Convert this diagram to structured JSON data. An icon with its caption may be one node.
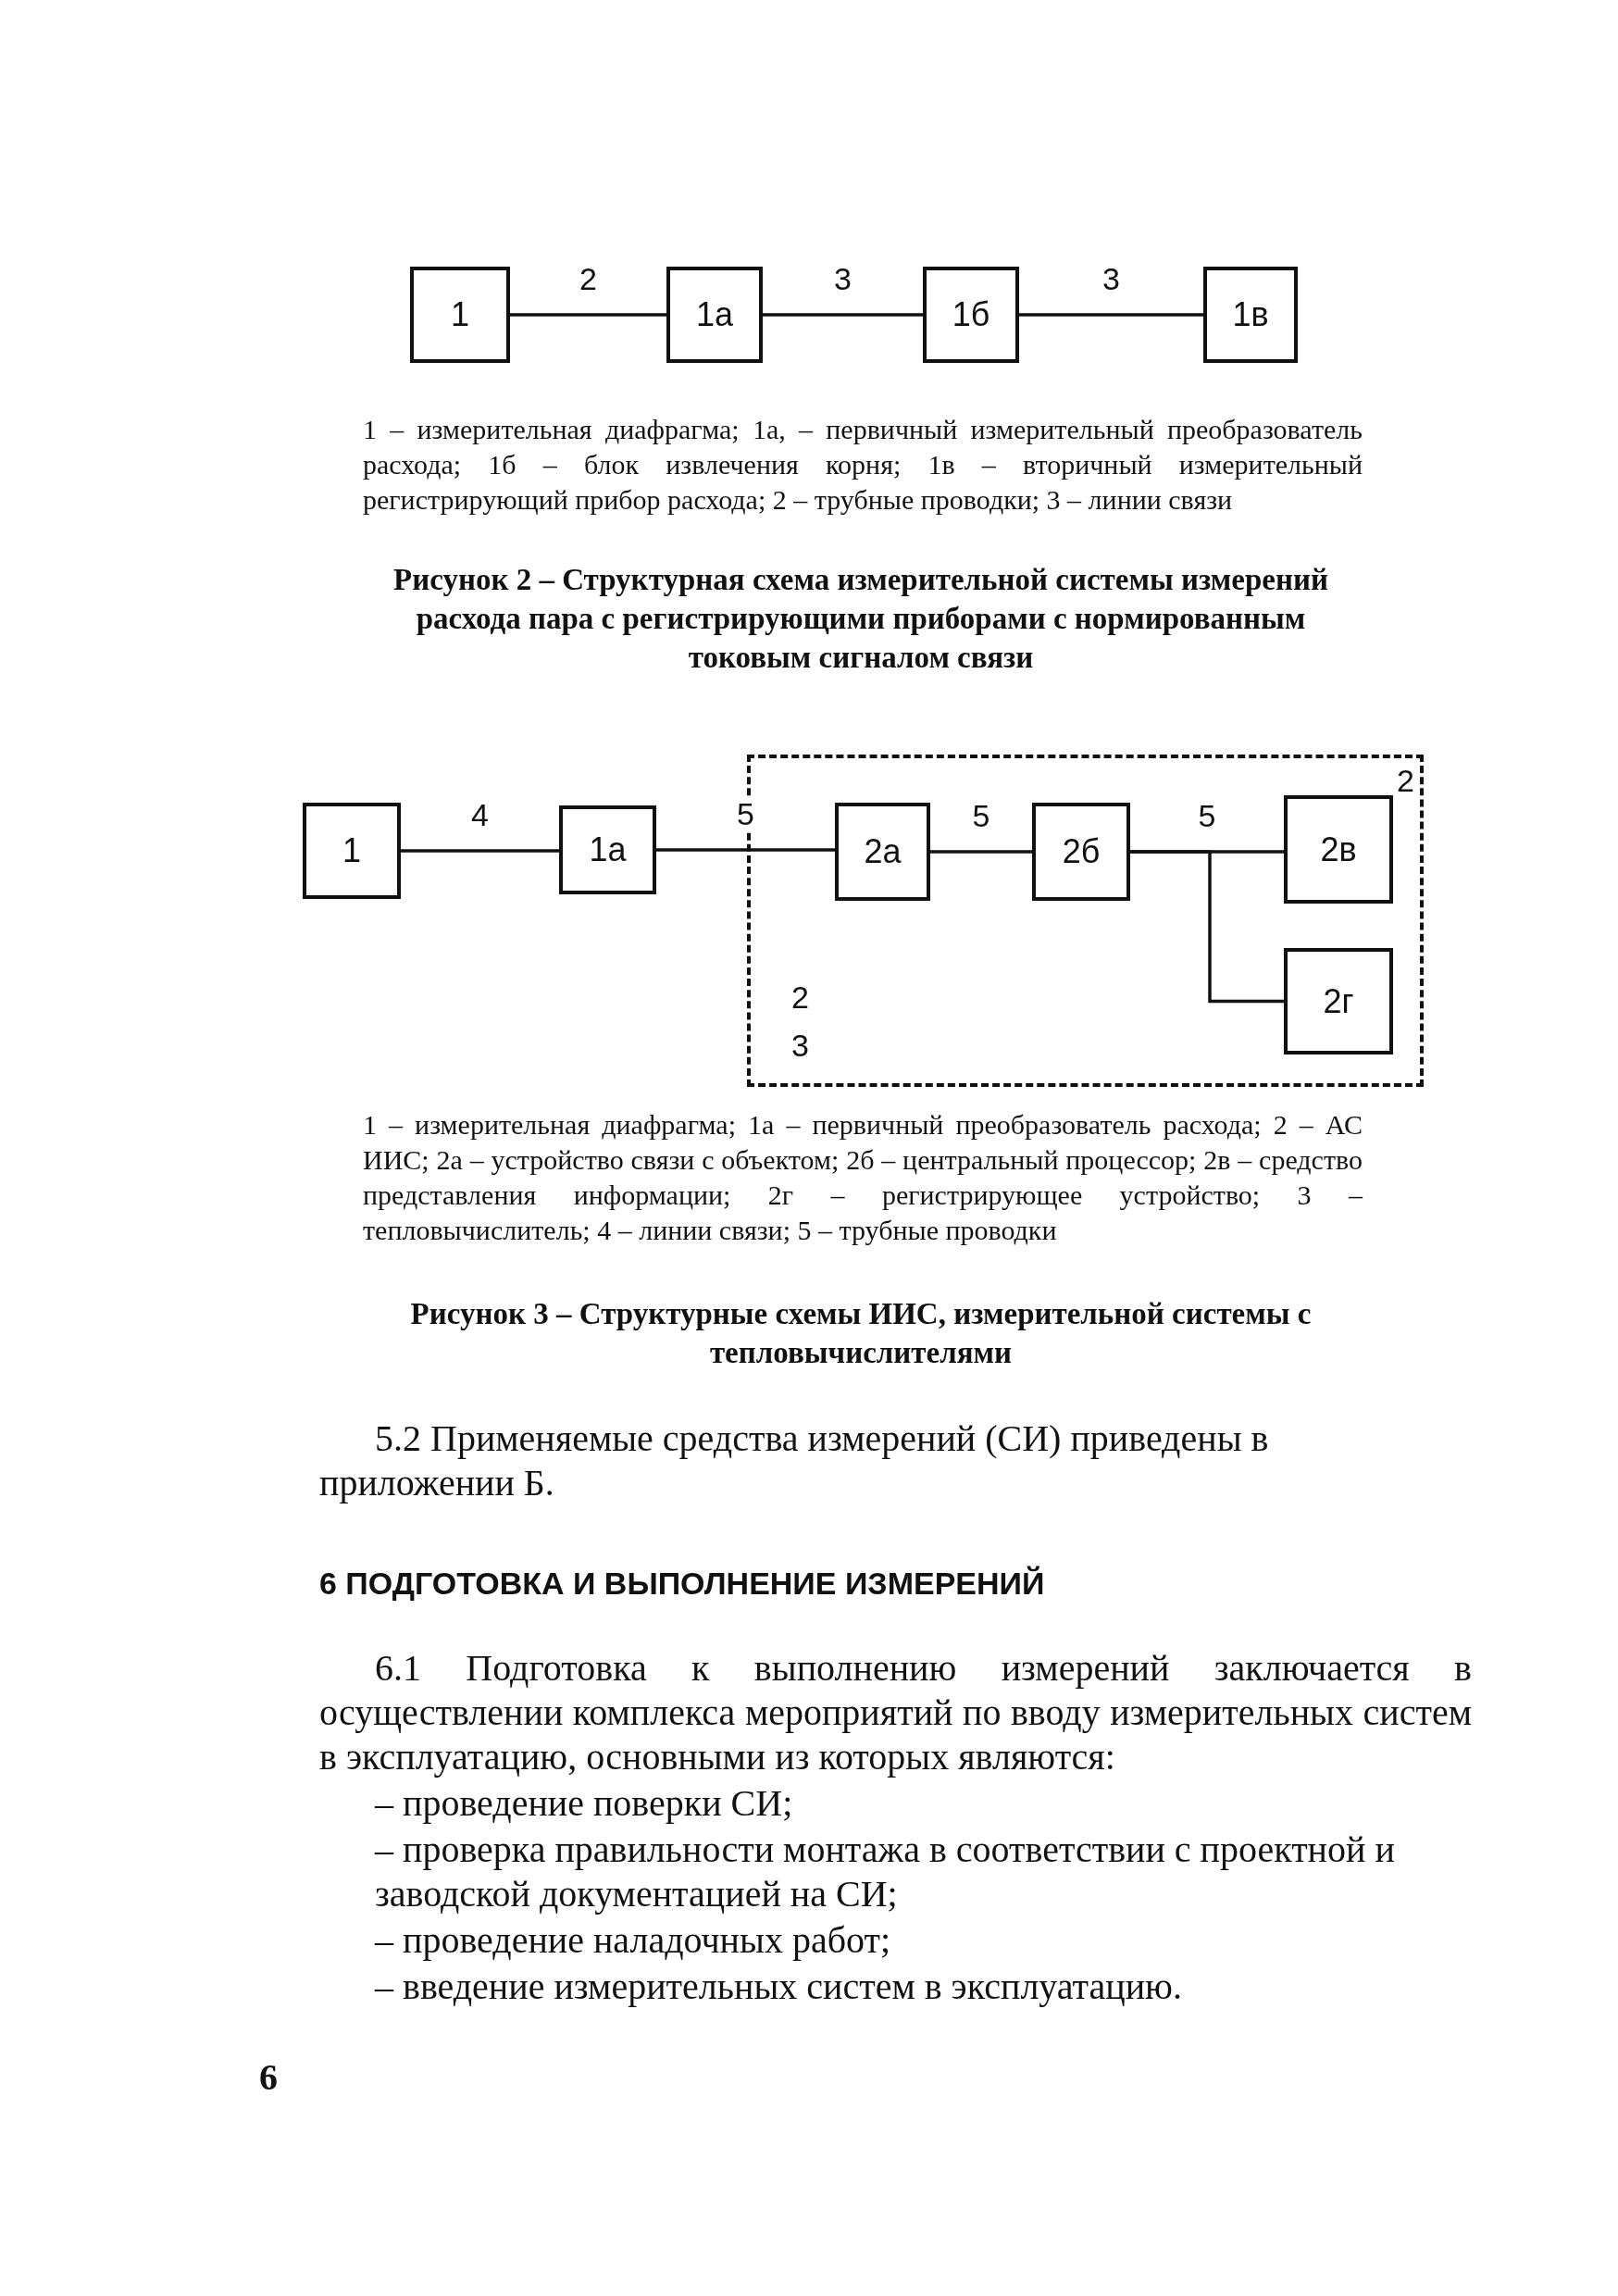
{
  "diagram": {
    "nodes": [
      {
        "text": [
          "1"
        ]
      },
      {
        "text": [
          "1а"
        ]
      },
      {
        "text": [
          "1б"
        ]
      },
      {
        "text": [
          "1в"
        ]
      },
      {
        "text": [
          "1"
        ]
      },
      {
        "text": [
          "1а"
        ]
      },
      {
        "text": [
          "2",
          "2",
          "3"
        ]
      },
      {
        "text": [
          "2а"
        ],
        "in": 6
      },
      {
        "text": [
          "2б"
        ],
        "in": 6
      },
      {
        "text": [
          "2в"
        ],
        "in": 6
      },
      {
        "text": [
          "2г"
        ],
        "in": 6
      }
    ],
    "edges": [
      {
        "from": 0,
        "to": 1,
        "arrow": "none",
        "label": "2"
      },
      {
        "from": 1,
        "to": 2,
        "arrow": "none",
        "label": "3"
      },
      {
        "from": 2,
        "to": 3,
        "arrow": "none",
        "label": "3"
      },
      {
        "from": 4,
        "to": 5,
        "arrow": "none",
        "label": "4"
      },
      {
        "from": 5,
        "to": 7,
        "arrow": "none",
        "label": "5"
      },
      {
        "from": 7,
        "to": 8,
        "arrow": "none",
        "label": "5"
      },
      {
        "from": 8,
        "to": 9,
        "arrow": "none",
        "label": "5"
      },
      {
        "from": 8,
        "to": 10,
        "arrow": "none"
      }
    ],
    "labels": [
      "1 – измерительная диафрагма; 1а, – первичный измерительный преобразователь расхода; 1б – блок извлечения корня; 1в – вторичный измерительный регистрирующий прибор расхода; 2 – трубные проводки; 3 – линии связи",
      "Рисунок 2 – Структурная схема измерительной системы измерений расхода пара с регистрирующими приборами с нормированным токовым сигналом связи",
      "1 – измерительная диафрагма; 1а – первичный преобразователь расхода; 2 – АС ИИС; 2а – устройство связи с объектом; 2б – центральный процессор; 2в – средство представления информации; 2г – регистрирующее устройство; 3 – тепловычислитель; 4 – линии связи; 5 – трубные проводки",
      "Рисунок 3 – Структурные схемы ИИС, измерительной системы с тепловычислителями",
      "5.2 Применяемые средства измерений (СИ) приведены в приложении Б.",
      "6 ПОДГОТОВКА И ВЫПОЛНЕНИЕ ИЗМЕРЕНИЙ",
      "6.1 Подготовка к выполнению измерений заключается в осуществлении комплекса мероприятий по вводу измерительных систем в эксплуатацию, основными из которых являются:",
      "– проведение поверки СИ;",
      "– проверка правильности монтажа в соответствии с проектной и заводской документацией на СИ;",
      "– проведение наладочных работ;",
      "– введение измерительных систем в эксплуатацию.",
      "6"
    ]
  }
}
